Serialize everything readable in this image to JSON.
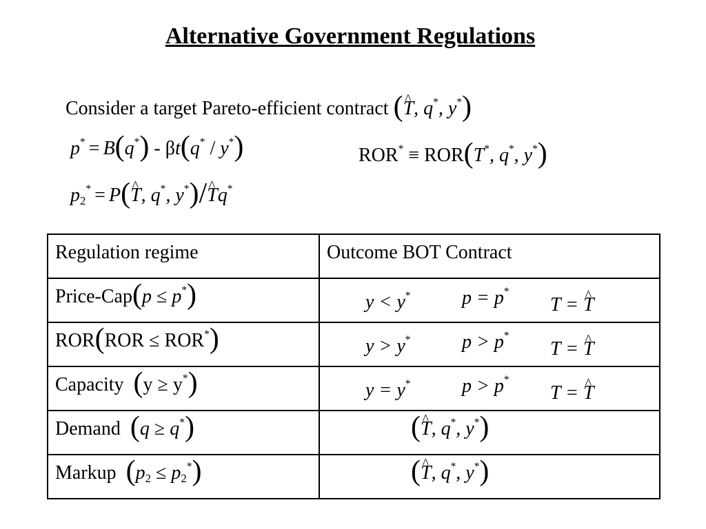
{
  "title": "Alternative Government Regulations",
  "intro": "Consider a target Pareto-efficient contract",
  "target_contract": "(T̂, q*, y*)",
  "eq_p_star": "p* = B(q*) - βt(q*/y*)",
  "eq_ror_star": "ROR* ≡ ROR(T*, q*, y*)",
  "eq_p2_star": "p2* = P(T̂, q*, y*)/T̂q*",
  "table": {
    "headers": [
      "Regulation regime",
      "Outcome BOT Contract"
    ],
    "rows": [
      {
        "regime": "Price-Cap",
        "constraint": "(p ≤ p*)",
        "outcome_y": "y < y*",
        "outcome_p": "p = p*",
        "outcome_T": "T = T̂"
      },
      {
        "regime": "ROR",
        "constraint": "(ROR ≤ ROR*)",
        "outcome_y": "y > y*",
        "outcome_p": "p > p*",
        "outcome_T": "T = T̂"
      },
      {
        "regime": "Capacity",
        "constraint": "(y ≥ y*)",
        "outcome_y": "y = y*",
        "outcome_p": "p > p*",
        "outcome_T": "T = T̂"
      },
      {
        "regime": "Demand",
        "constraint": "(q ≥ q*)",
        "outcome": "(T̂, q*, y*)"
      },
      {
        "regime": "Markup",
        "constraint": "(p2 ≤ p2*)",
        "outcome": "(T̂, q*, y*)"
      }
    ]
  }
}
